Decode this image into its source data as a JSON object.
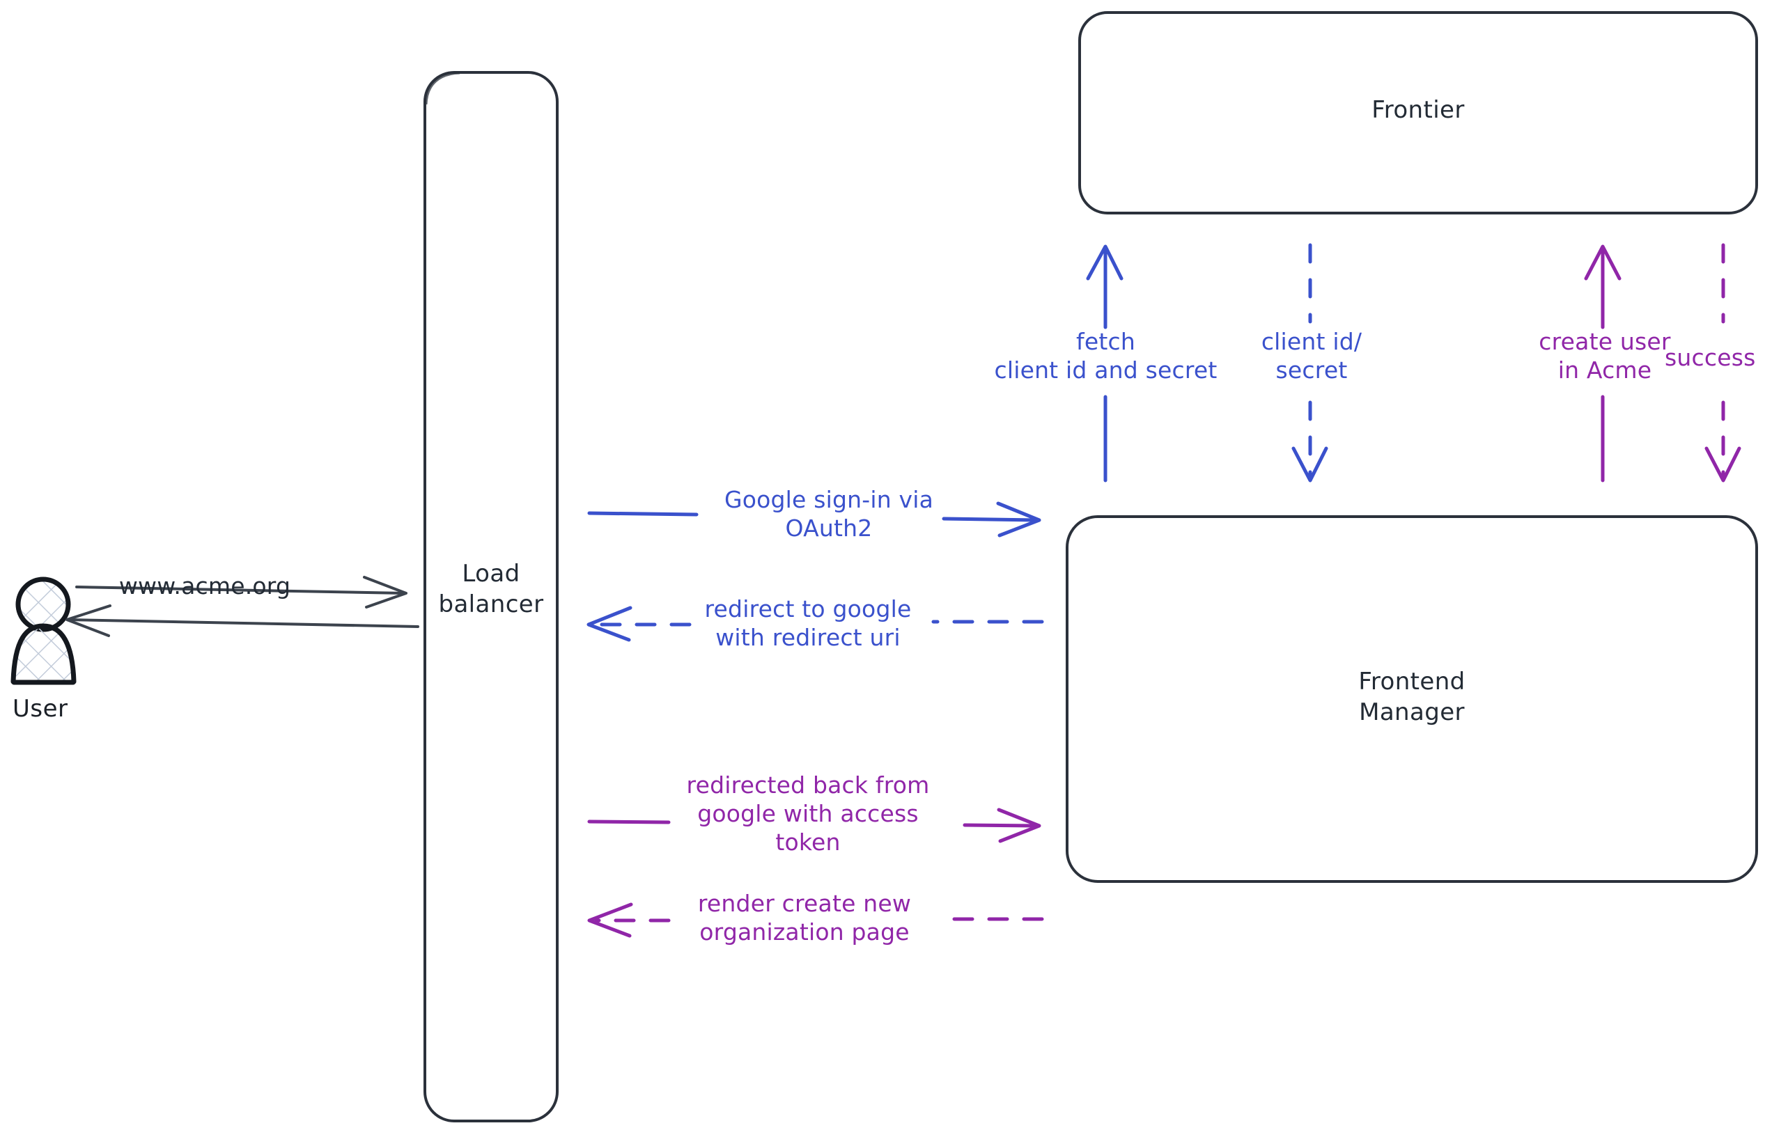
{
  "diagram": {
    "title": "Google OAuth2 sign-in sequence",
    "colors": {
      "stroke_dark": "#2b313b",
      "blue": "#3a51cc",
      "purple": "#9026a8",
      "actor_hatch": "#c3ccda",
      "background": "#ffffff"
    },
    "actors": [
      {
        "id": "user",
        "name": "user-actor",
        "caption": "User",
        "shape": "person"
      }
    ],
    "nodes": [
      {
        "id": "load-balancer",
        "label": "Load\nbalancer",
        "shape": "rounded-rect"
      },
      {
        "id": "frontier",
        "label": "Frontier",
        "shape": "rounded-rect"
      },
      {
        "id": "frontend-manager",
        "label": "Frontend\nManager",
        "shape": "rounded-rect"
      }
    ],
    "edges": [
      {
        "id": "user-to-lb",
        "label": "www.acme.org",
        "color": "#2b313b",
        "style": "solid",
        "direction": "right",
        "from": "user",
        "to": "load-balancer"
      },
      {
        "id": "lb-to-user",
        "label": "",
        "color": "#2b313b",
        "style": "solid",
        "direction": "left",
        "from": "load-balancer",
        "to": "user"
      },
      {
        "id": "lb-to-fm-signin",
        "label": "Google sign-in via\nOAuth2",
        "color": "#3a51cc",
        "style": "solid",
        "direction": "right",
        "from": "load-balancer",
        "to": "frontend-manager"
      },
      {
        "id": "fm-to-lb-redirect",
        "label": "redirect to google\nwith redirect uri",
        "color": "#3a51cc",
        "style": "dashed",
        "direction": "left",
        "from": "frontend-manager",
        "to": "load-balancer"
      },
      {
        "id": "lb-to-fm-token",
        "label": "redirected back from\ngoogle with access\ntoken",
        "color": "#9026a8",
        "style": "solid",
        "direction": "right",
        "from": "load-balancer",
        "to": "frontend-manager"
      },
      {
        "id": "fm-to-lb-render",
        "label": "render create new\norganization page",
        "color": "#9026a8",
        "style": "dashed",
        "direction": "left",
        "from": "frontend-manager",
        "to": "load-balancer"
      },
      {
        "id": "fm-to-frontier-fetch",
        "label": "fetch\nclient id and secret",
        "color": "#3a51cc",
        "style": "solid",
        "direction": "up",
        "from": "frontend-manager",
        "to": "frontier"
      },
      {
        "id": "frontier-to-fm-creds",
        "label": "client id/\nsecret",
        "color": "#3a51cc",
        "style": "dashed",
        "direction": "down",
        "from": "frontier",
        "to": "frontend-manager"
      },
      {
        "id": "fm-to-frontier-create",
        "label": "create user\nin Acme",
        "color": "#9026a8",
        "style": "solid",
        "direction": "up",
        "from": "frontend-manager",
        "to": "frontier"
      },
      {
        "id": "frontier-to-fm-success",
        "label": "success",
        "color": "#9026a8",
        "style": "dashed",
        "direction": "down",
        "from": "frontier",
        "to": "frontend-manager"
      }
    ]
  }
}
